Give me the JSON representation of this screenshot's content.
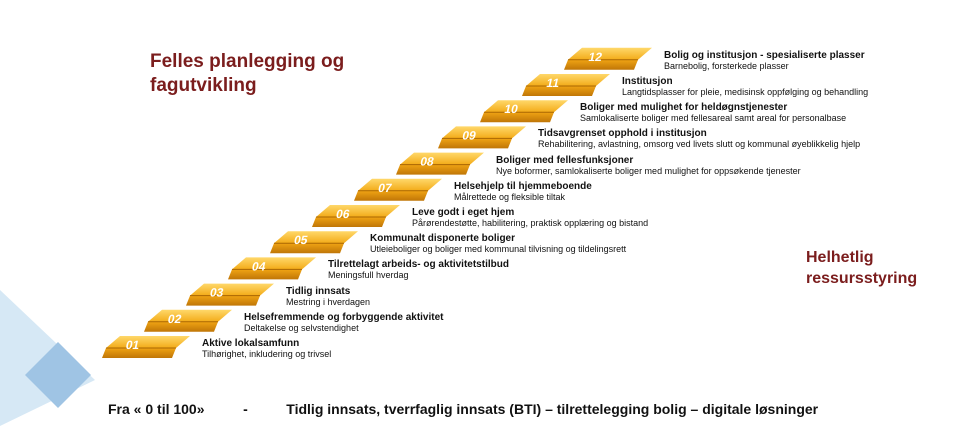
{
  "headings": {
    "left": "Felles planlegging og fagutvikling",
    "right": "Helhetlig ressursstyring"
  },
  "steps": [
    {
      "number": "01",
      "title": "Aktive lokalsamfunn",
      "desc": "Tilhørighet, inkludering og trivsel"
    },
    {
      "number": "02",
      "title": "Helsefremmende og forbyggende aktivitet",
      "desc": "Deltakelse og selvstendighet"
    },
    {
      "number": "03",
      "title": "Tidlig innsats",
      "desc": "Mestring i hverdagen"
    },
    {
      "number": "04",
      "title": "Tilrettelagt arbeids- og aktivitetstilbud",
      "desc": "Meningsfull hverdag"
    },
    {
      "number": "05",
      "title": "Kommunalt disponerte boliger",
      "desc": "Utleieboliger og boliger med kommunal tilvisning og tildelingsrett"
    },
    {
      "number": "06",
      "title": "Leve godt i eget hjem",
      "desc": "Pårørendestøtte, habilitering, praktisk opplæring og bistand"
    },
    {
      "number": "07",
      "title": "Helsehjelp til hjemmeboende",
      "desc": "Målrettede og fleksible tiltak"
    },
    {
      "number": "08",
      "title": "Boliger med fellesfunksjoner",
      "desc": "Nye boformer, samlokaliserte boliger med mulighet for oppsøkende tjenester"
    },
    {
      "number": "09",
      "title": "Tidsavgrenset opphold i institusjon",
      "desc": "Rehabilitering, avlastning, omsorg ved livets slutt og kommunal øyeblikkelig hjelp"
    },
    {
      "number": "10",
      "title": "Boliger med mulighet for heldøgnstjenester",
      "desc": "Samlokaliserte boliger med fellesareal samt areal for personalbase"
    },
    {
      "number": "11",
      "title": "Institusjon",
      "desc": "Langtidsplasser for pleie, medisinsk oppfølging og behandling"
    },
    {
      "number": "12",
      "title": "Bolig og institusjon - spesialiserte plasser",
      "desc": "Barnebolig, forsterkede plasser"
    }
  ],
  "footer": {
    "left": "Fra « 0 til 100»",
    "dash": "-",
    "right": "Tidlig innsats, tverrfaglig innsats (BTI) – tilrettelegging bolig – digitale løsninger"
  },
  "colors": {
    "step_top": "#f6b21c",
    "step_front": "#e89a0f",
    "step_shadow": "#b86f05",
    "heading": "#7b1d1d",
    "decor_light": "#d6e8f5",
    "decor_dark": "#9fc4e4"
  }
}
